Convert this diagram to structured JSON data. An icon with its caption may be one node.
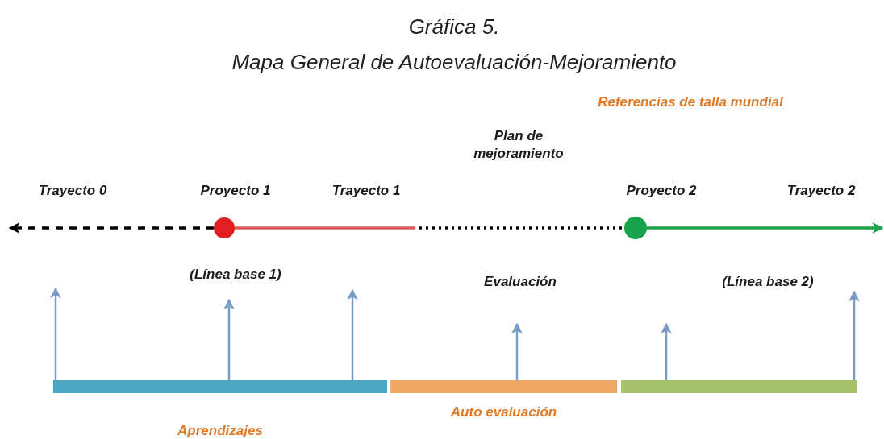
{
  "diagram": {
    "title": "Gráfica 5.",
    "nodes": [
      {
        "text": [],
        "shape": "circle",
        "beside": [
          "Proyecto 1"
        ]
      },
      {
        "text": [],
        "shape": "circle",
        "beside": [
          "Proyecto 2"
        ]
      },
      {
        "text": [
          "Aprendizajes"
        ]
      },
      {
        "text": [
          "Auto evaluación"
        ]
      },
      {
        "text": [],
        "shape": "bar"
      }
    ],
    "edges": [
      {
        "from": 0,
        "to": null,
        "arrow": "to",
        "style": "dashed",
        "color": "#000000"
      },
      {
        "from": 0,
        "to": null,
        "arrow": "none",
        "color": "#e05a5a"
      },
      {
        "from": null,
        "to": 1,
        "arrow": "none",
        "style": "dashed",
        "color": "#000000"
      },
      {
        "from": 1,
        "to": null,
        "arrow": "to",
        "color": "#16a34a"
      },
      {
        "from": 2,
        "to": null,
        "arrow": "to"
      },
      {
        "from": 2,
        "to": null,
        "arrow": "to"
      },
      {
        "from": 2,
        "to": null,
        "arrow": "to"
      },
      {
        "from": 3,
        "to": null,
        "arrow": "to"
      },
      {
        "from": 4,
        "to": null,
        "arrow": "to"
      },
      {
        "from": 4,
        "to": null,
        "arrow": "to"
      }
    ],
    "labels": [
      "Mapa General de Autoevaluación-Mejoramiento",
      "Referencias de talla mundial",
      "Plan de mejoramiento",
      "Trayecto 0",
      "Trayecto 1",
      "Trayecto 2",
      "(Línea base 1)",
      "Evaluación",
      "(Línea base 2)"
    ]
  }
}
